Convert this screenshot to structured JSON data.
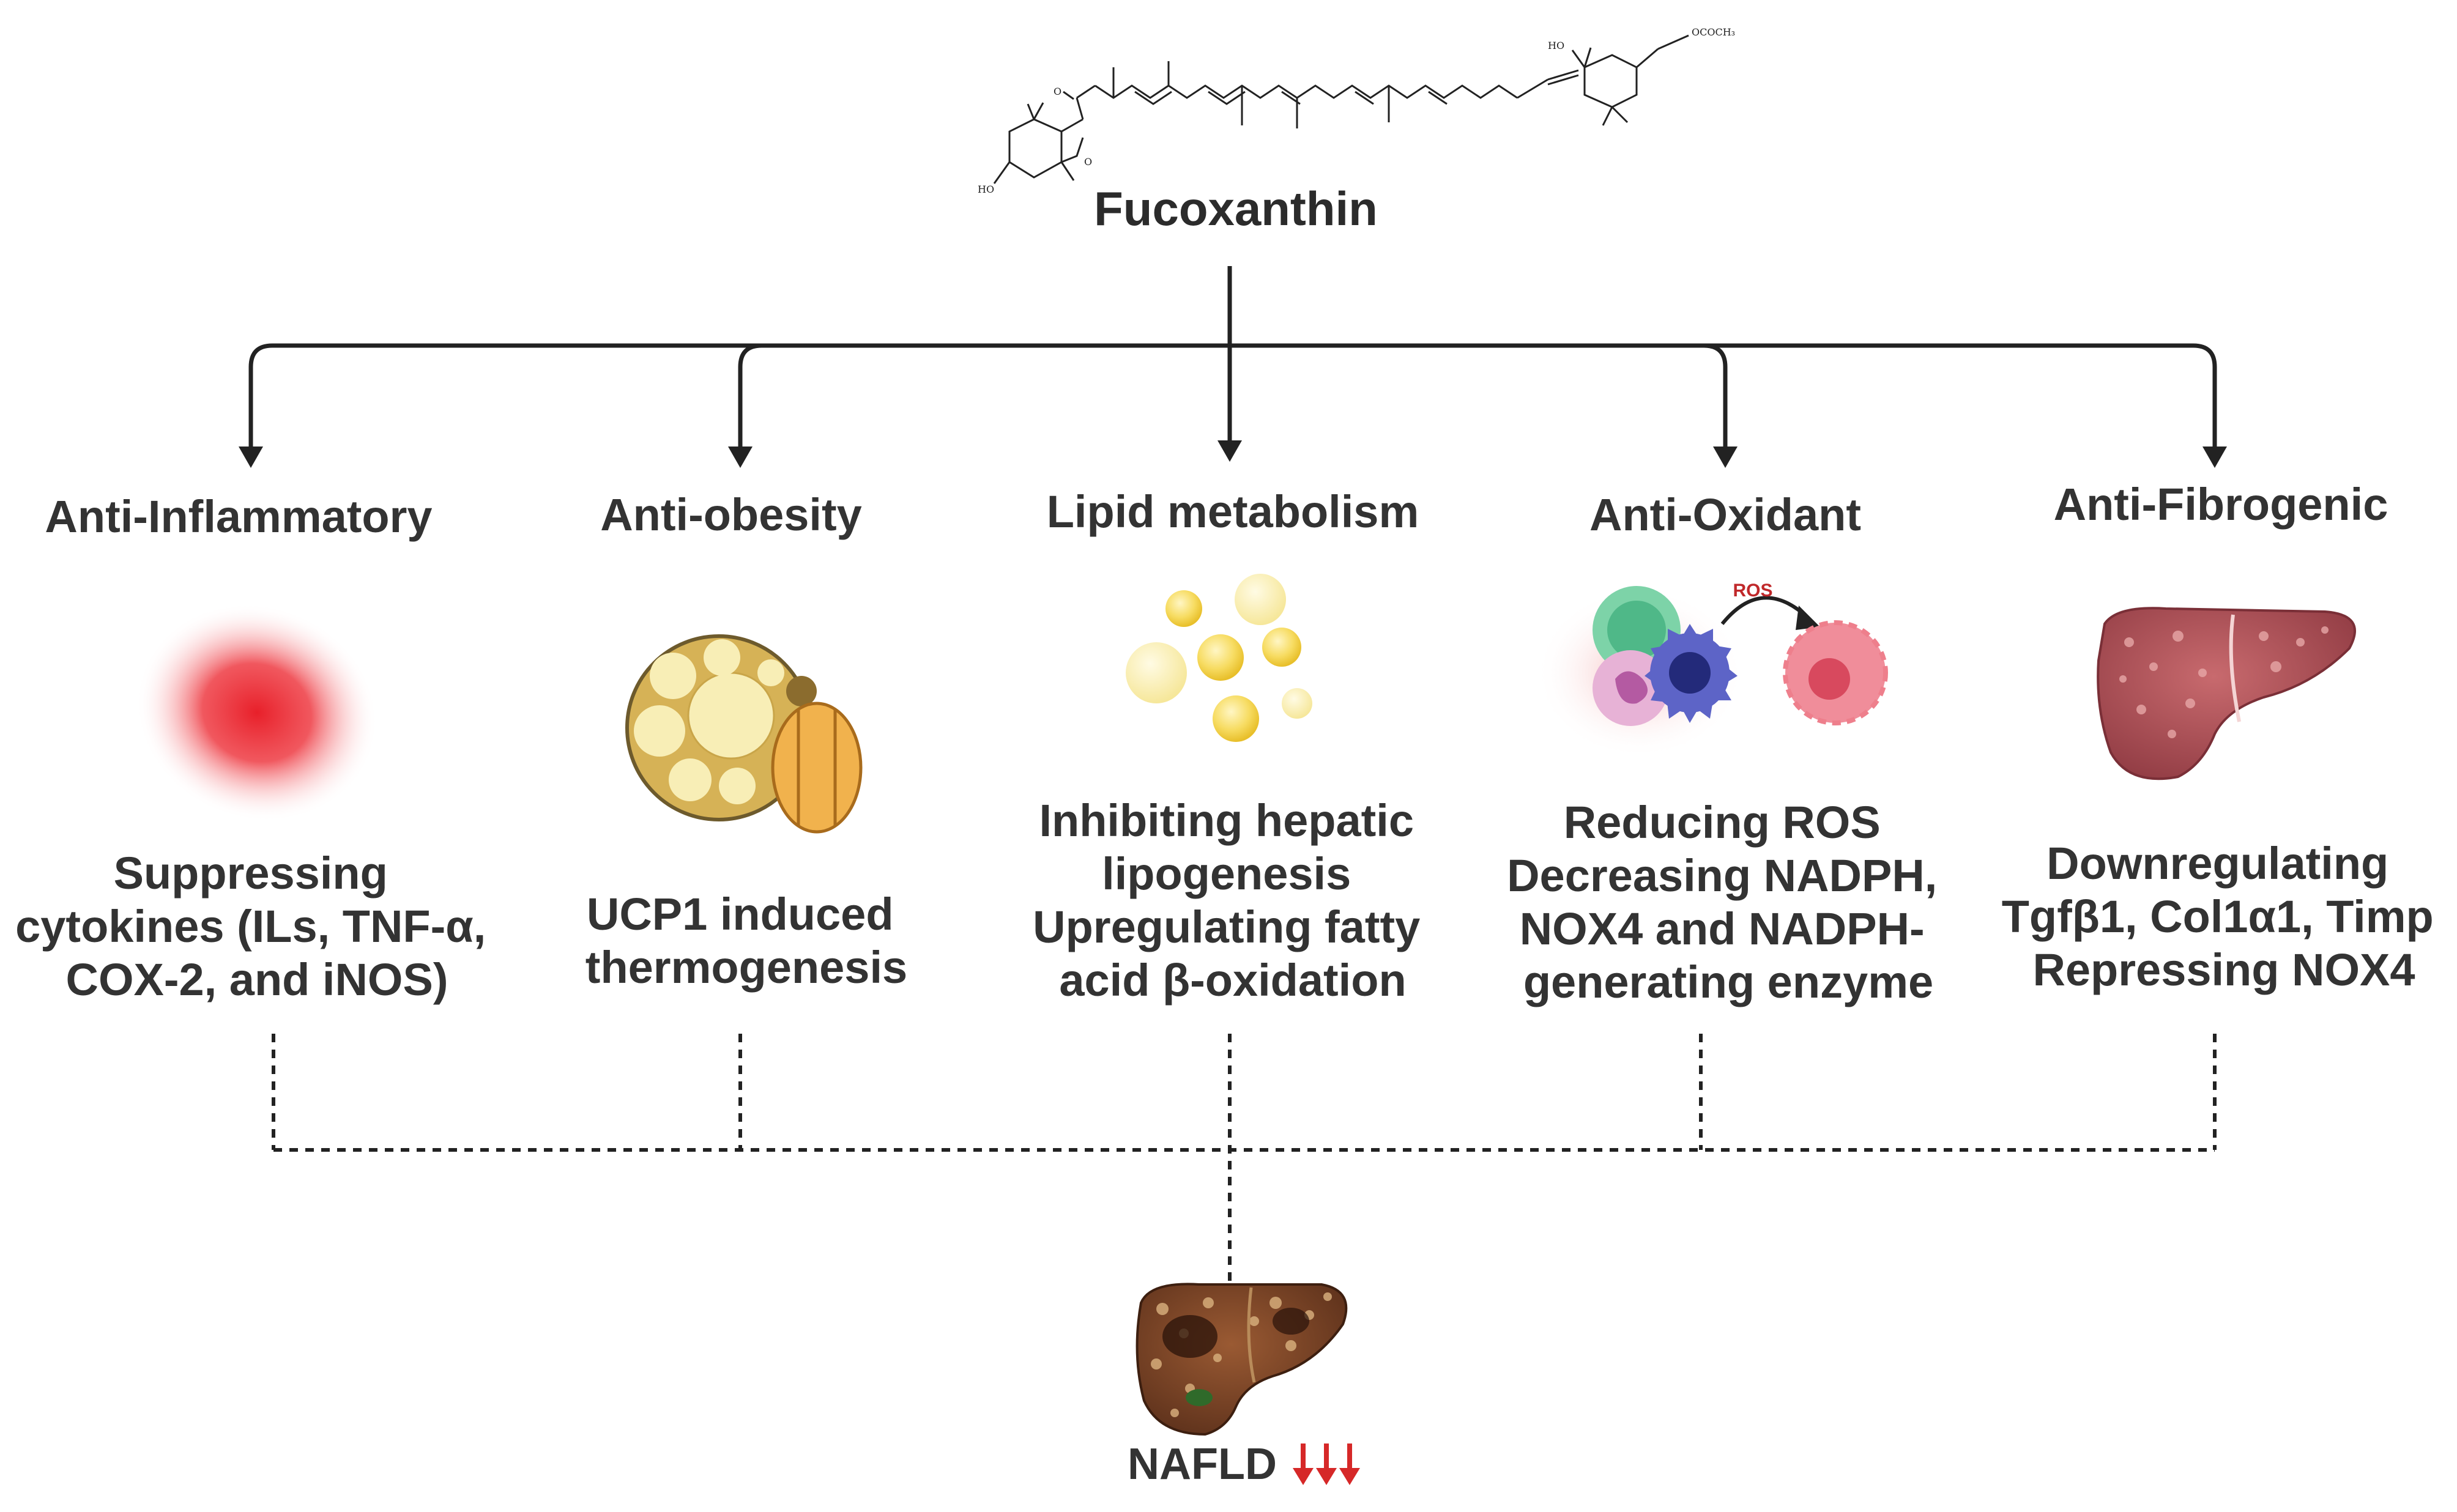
{
  "title": "Fucoxanthin",
  "molecule": {
    "hydroxyl_top": "HO",
    "acetate": "OCOCH₃",
    "hydroxyl_bottom": "HO",
    "epoxide": "O",
    "ketone": "O"
  },
  "effects": [
    {
      "heading": "Anti-Inflammatory",
      "icon": "inflammation-icon",
      "lines": [
        "Suppressing",
        "cytokines (ILs, TNF-α,",
        "COX-2, and iNOS)"
      ]
    },
    {
      "heading": "Anti-obesity",
      "icon": "adipocyte-icon",
      "lines": [
        "UCP1 induced",
        "thermogenesis"
      ]
    },
    {
      "heading": "Lipid metabolism",
      "icon": "lipid-droplets-icon",
      "lines": [
        "Inhibiting hepatic",
        "lipogenesis",
        "Upregulating fatty",
        "acid β-oxidation"
      ]
    },
    {
      "heading": "Anti-Oxidant",
      "icon": "immune-cells-ros-icon",
      "ros_label": "ROS",
      "lines": [
        "Reducing ROS",
        "Decreasing NADPH,",
        "NOX4 and NADPH-",
        "generating enzyme"
      ]
    },
    {
      "heading": "Anti-Fibrogenic",
      "icon": "fibrotic-liver-icon",
      "lines": [
        "Downregulating",
        "Tgfβ1, Col1α1, Timp",
        "Repressing NOX4"
      ]
    }
  ],
  "outcome": {
    "label": "NAFLD",
    "icon": "diseased-liver-icon",
    "indicator": "decrease-arrows-icon"
  },
  "colors": {
    "text": "#333333",
    "arrow": "#222222",
    "decrease": "#d62828",
    "inflammation": "#e8202a"
  }
}
